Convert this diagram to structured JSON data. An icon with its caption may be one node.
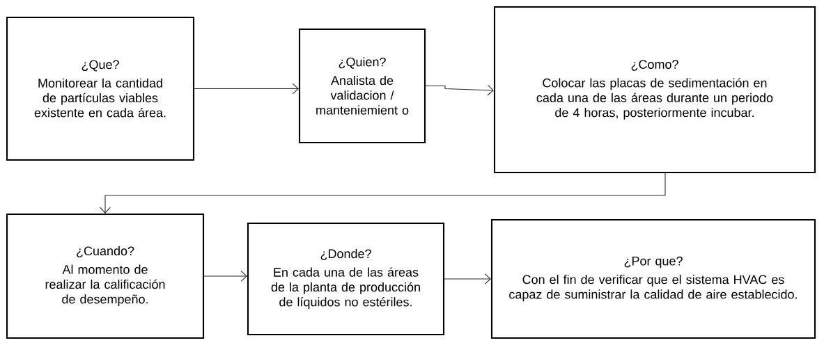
{
  "diagram": {
    "nodes": [
      {
        "text": [
          "¿Que?",
          "Monitorear la cantidad de partículas viables existente en cada área."
        ]
      },
      {
        "text": [
          "¿Quien?",
          "Analista de validacion / manteniemient o"
        ]
      },
      {
        "text": [
          "¿Como?",
          "Colocar las placas de sedimentación en cada una de las áreas durante un periodo de 4 horas, posteriormente incubar."
        ]
      },
      {
        "text": [
          "¿Cuando?",
          "Al momento de realizar la calificación de desempeño."
        ]
      },
      {
        "text": [
          "¿Donde?",
          "En cada una de las áreas de la planta de producción de líquidos no estériles."
        ]
      },
      {
        "text": [
          "¿Por que?",
          "Con el fin de verificar que el sistema HVAC es capaz de suministrar la calidad de aire establecido."
        ]
      }
    ],
    "edges": [
      {
        "from": 0,
        "to": 1,
        "arrow": "to"
      },
      {
        "from": 1,
        "to": 2,
        "arrow": "to"
      },
      {
        "from": 2,
        "to": 3,
        "arrow": "to"
      },
      {
        "from": 3,
        "to": 4,
        "arrow": "to"
      },
      {
        "from": 4,
        "to": 5,
        "arrow": "to"
      }
    ]
  }
}
